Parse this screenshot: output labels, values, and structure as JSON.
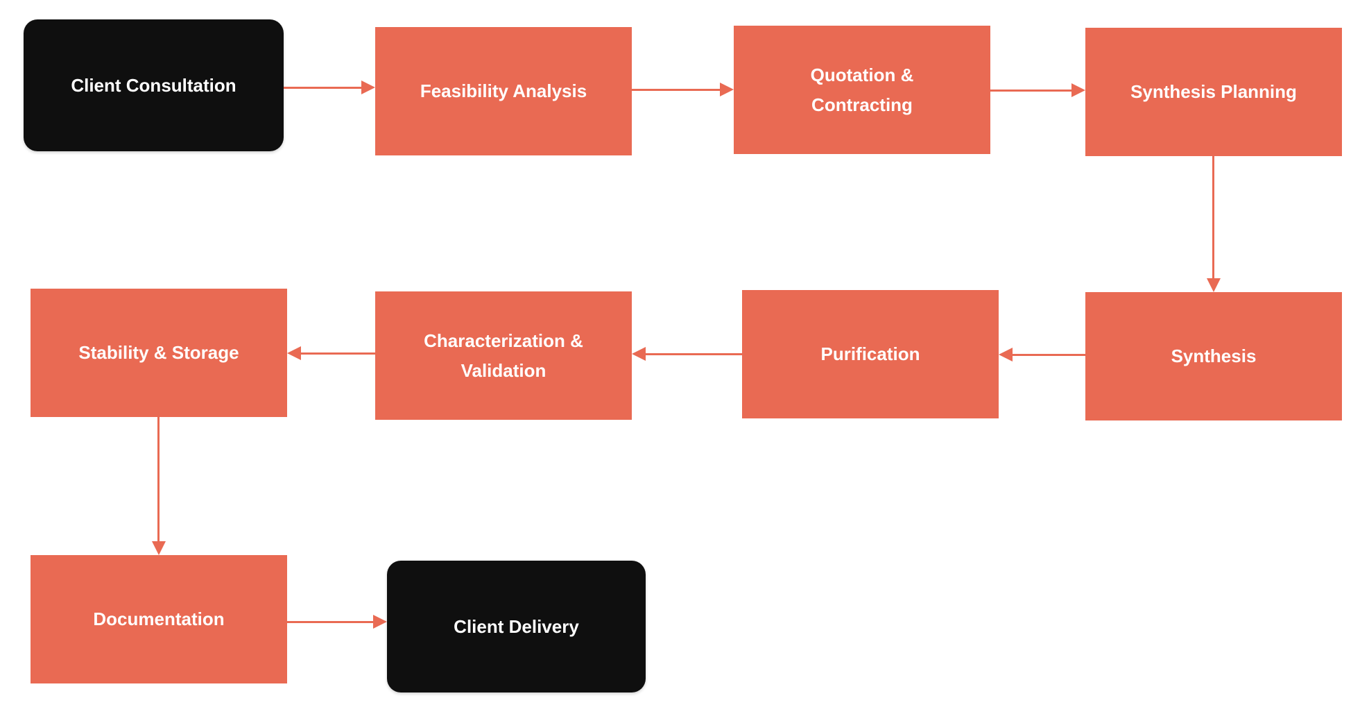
{
  "diagram": {
    "type": "flowchart",
    "nodes": {
      "client_consultation": {
        "label": "Client Consultation",
        "shape": "terminal"
      },
      "feasibility_analysis": {
        "label": "Feasibility Analysis",
        "shape": "process"
      },
      "quotation_contracting": {
        "label": "Quotation & Contracting",
        "shape": "process"
      },
      "synthesis_planning": {
        "label": "Synthesis Planning",
        "shape": "process"
      },
      "synthesis": {
        "label": "Synthesis",
        "shape": "process"
      },
      "purification": {
        "label": "Purification",
        "shape": "process"
      },
      "characterization_validation": {
        "label": "Characterization & Validation",
        "shape": "process"
      },
      "stability_storage": {
        "label": "Stability & Storage",
        "shape": "process"
      },
      "documentation": {
        "label": "Documentation",
        "shape": "process"
      },
      "client_delivery": {
        "label": "Client Delivery",
        "shape": "terminal"
      }
    },
    "edges": [
      {
        "from": "client_consultation",
        "to": "feasibility_analysis"
      },
      {
        "from": "feasibility_analysis",
        "to": "quotation_contracting"
      },
      {
        "from": "quotation_contracting",
        "to": "synthesis_planning"
      },
      {
        "from": "synthesis_planning",
        "to": "synthesis"
      },
      {
        "from": "synthesis",
        "to": "purification"
      },
      {
        "from": "purification",
        "to": "characterization_validation"
      },
      {
        "from": "characterization_validation",
        "to": "stability_storage"
      },
      {
        "from": "stability_storage",
        "to": "documentation"
      },
      {
        "from": "documentation",
        "to": "client_delivery"
      }
    ],
    "colors": {
      "process_fill": "#E96A53",
      "terminal_fill": "#0F0F0F",
      "label_text": "#FFFFFF",
      "arrow": "#E96A53",
      "background": "#FFFFFF"
    }
  }
}
